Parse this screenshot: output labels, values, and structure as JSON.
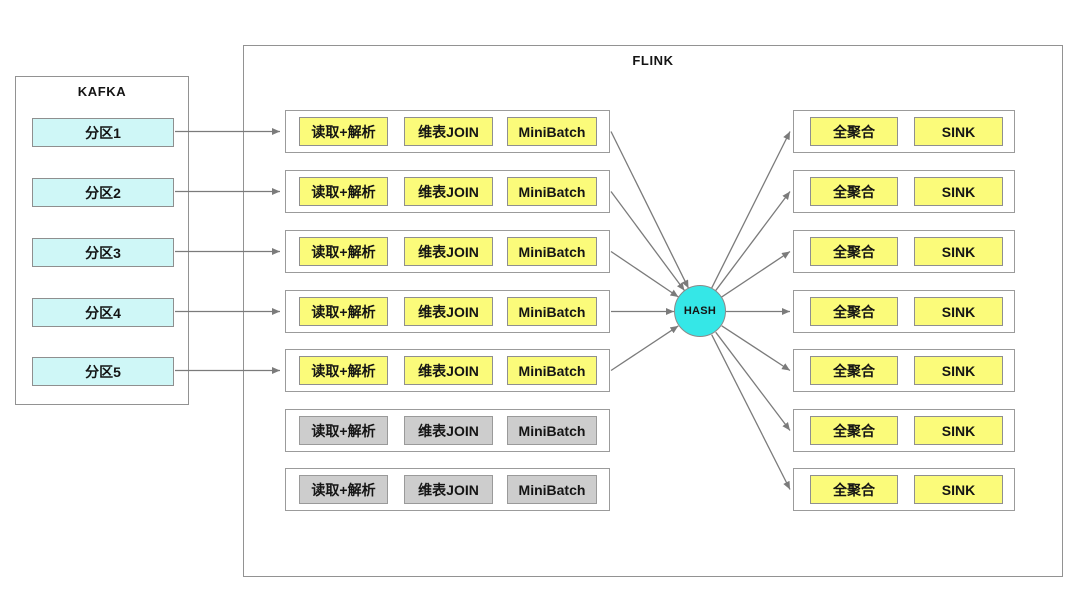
{
  "kafka": {
    "title": "KAFKA",
    "partitions": [
      "分区1",
      "分区2",
      "分区3",
      "分区4",
      "分区5"
    ]
  },
  "flink": {
    "title": "FLINK",
    "hash_node": "HASH",
    "pipelines": [
      {
        "state": "active",
        "stages": [
          "读取+解析",
          "维表JOIN",
          "MiniBatch"
        ]
      },
      {
        "state": "active",
        "stages": [
          "读取+解析",
          "维表JOIN",
          "MiniBatch"
        ]
      },
      {
        "state": "active",
        "stages": [
          "读取+解析",
          "维表JOIN",
          "MiniBatch"
        ]
      },
      {
        "state": "active",
        "stages": [
          "读取+解析",
          "维表JOIN",
          "MiniBatch"
        ]
      },
      {
        "state": "active",
        "stages": [
          "读取+解析",
          "维表JOIN",
          "MiniBatch"
        ]
      },
      {
        "state": "idle",
        "stages": [
          "读取+解析",
          "维表JOIN",
          "MiniBatch"
        ]
      },
      {
        "state": "idle",
        "stages": [
          "读取+解析",
          "维表JOIN",
          "MiniBatch"
        ]
      }
    ],
    "outputs": [
      {
        "stages": [
          "全聚合",
          "SINK"
        ]
      },
      {
        "stages": [
          "全聚合",
          "SINK"
        ]
      },
      {
        "stages": [
          "全聚合",
          "SINK"
        ]
      },
      {
        "stages": [
          "全聚合",
          "SINK"
        ]
      },
      {
        "stages": [
          "全聚合",
          "SINK"
        ]
      },
      {
        "stages": [
          "全聚合",
          "SINK"
        ]
      },
      {
        "stages": [
          "全聚合",
          "SINK"
        ]
      }
    ]
  },
  "colors": {
    "partition_fill": "#cff7f7",
    "active_stage_fill": "#fbfb7a",
    "idle_stage_fill": "#cdcdcd",
    "hash_fill": "#35e7e7",
    "box_border": "#8f8f8f",
    "arrow": "#7b7b7b"
  }
}
